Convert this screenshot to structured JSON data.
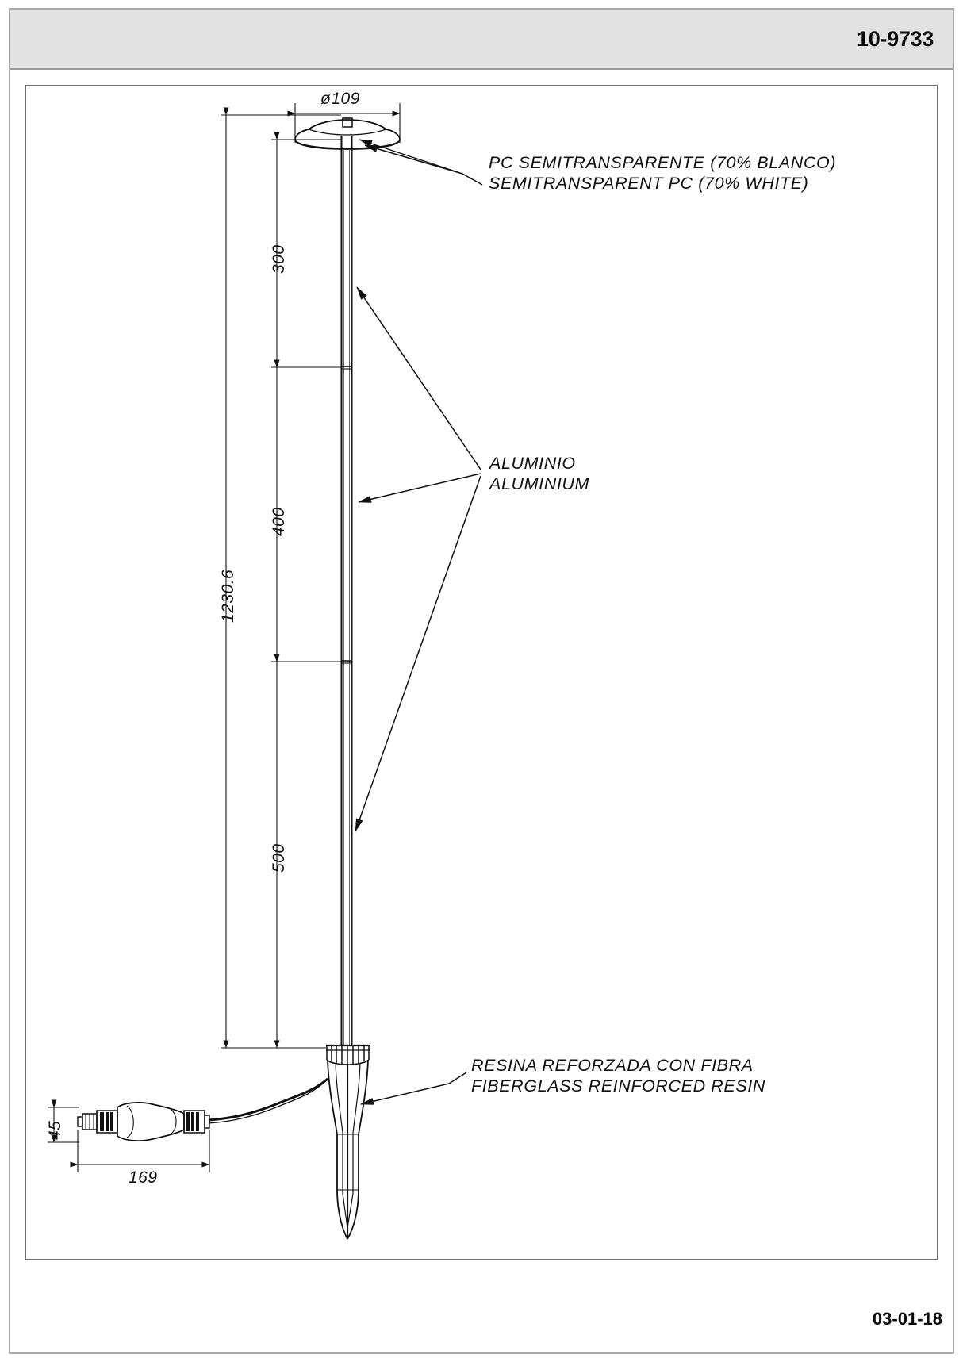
{
  "header": {
    "code": "10-9733"
  },
  "footer": {
    "date": "03-01-18"
  },
  "drawing": {
    "title": "Bollard luminaire dimensional drawing",
    "dimensions": {
      "diameter_top": "ø109",
      "overall_height": "1230.6",
      "segment_top": "300",
      "segment_middle": "400",
      "segment_bottom": "500",
      "connector_height": "45",
      "connector_length": "169"
    },
    "annotations": {
      "top_material": {
        "es": "PC  SEMITRANSPARENTE  (70%  BLANCO)",
        "en": "SEMITRANSPARENT  PC  (70%  WHITE)"
      },
      "middle_material": {
        "es": "ALUMINIO",
        "en": "ALUMINIUM"
      },
      "bottom_material": {
        "es": "RESINA  REFORZADA  CON  FIBRA",
        "en": "FIBERGLASS  REINFORCED  RESIN"
      }
    }
  },
  "colors": {
    "ink": "#111111",
    "header_band": "#e2e2e2",
    "frame": "#6e6e6e",
    "sheet_border": "#a8a8a8"
  }
}
